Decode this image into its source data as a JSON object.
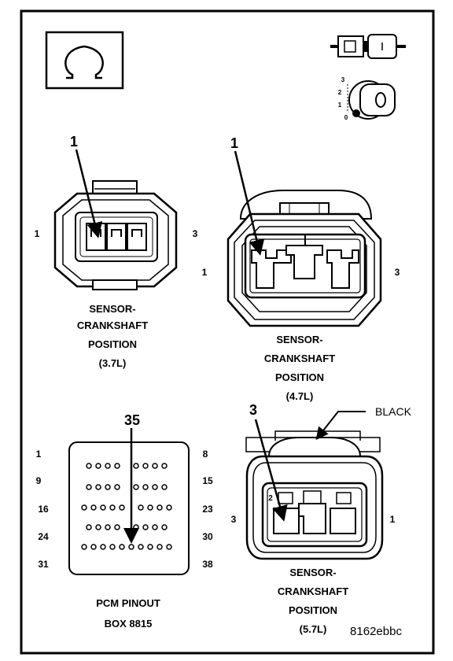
{
  "connectors": {
    "c37": {
      "pin_left": "1",
      "pin_right": "3",
      "callout": "1",
      "caption": [
        "SENSOR-",
        "CRANKSHAFT",
        "POSITION",
        "(3.7L)"
      ]
    },
    "c47": {
      "pin_left": "1",
      "pin_right": "3",
      "callout": "1",
      "caption": [
        "SENSOR-",
        "CRANKSHAFT",
        "POSITION",
        "(4.7L)"
      ]
    },
    "c57": {
      "pin_left": "3",
      "pin_right": "1",
      "inner_pin": "2",
      "callout": "3",
      "color_label": "BLACK",
      "caption": [
        "SENSOR-",
        "CRANKSHAFT",
        "POSITION",
        "(5.7L)"
      ]
    },
    "pcm": {
      "callout": "35",
      "row_start_labels": [
        "1",
        "9",
        "16",
        "24",
        "31"
      ],
      "row_end_labels": [
        "8",
        "15",
        "23",
        "30",
        "38"
      ],
      "caption": [
        "PCM PINOUT",
        "BOX 8815"
      ]
    }
  },
  "ignition_positions": [
    "3",
    "2",
    "1",
    "0"
  ],
  "figure_id": "8162ebbc"
}
